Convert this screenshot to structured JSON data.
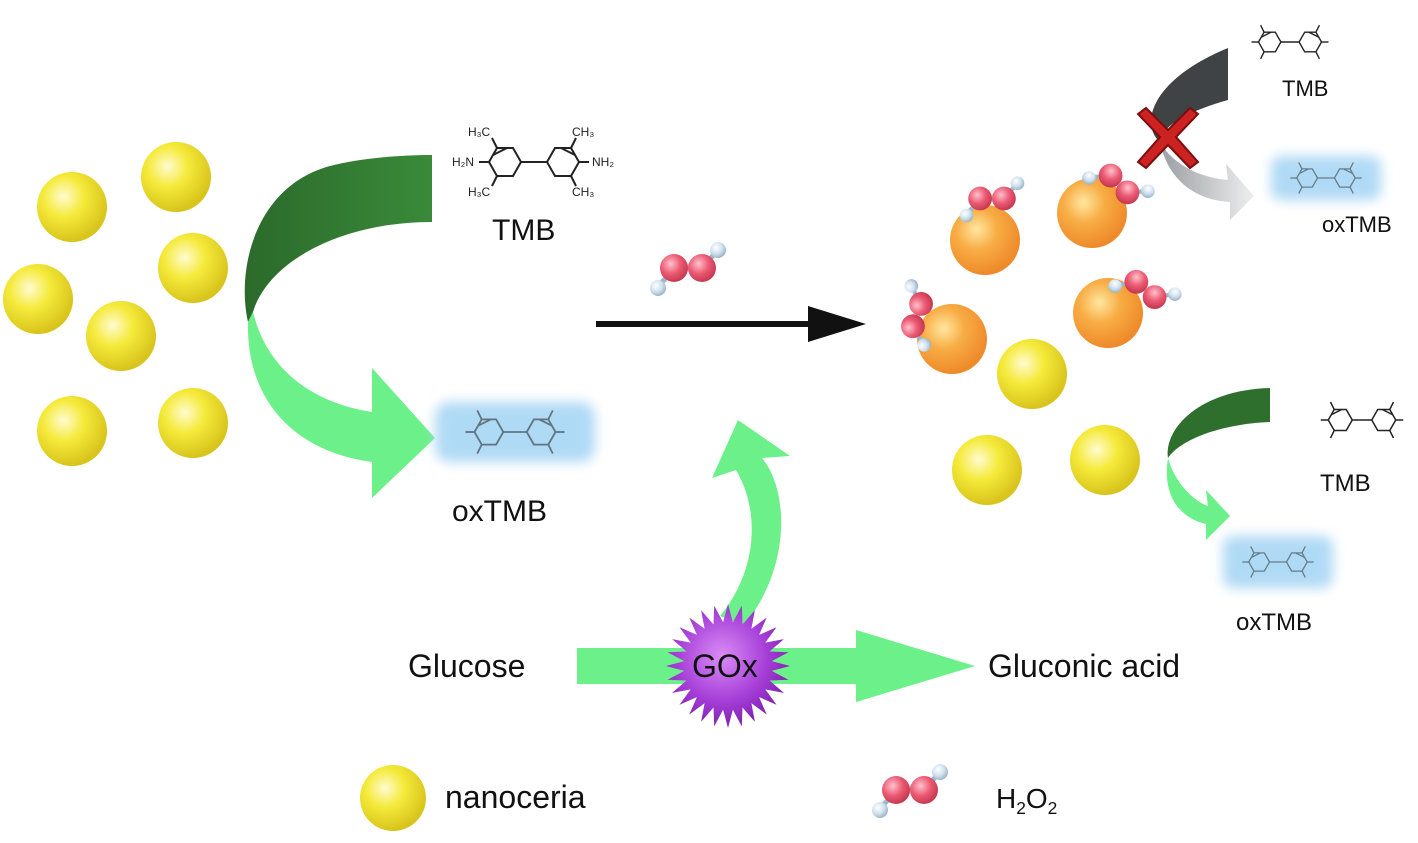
{
  "labels": {
    "tmb_main": "TMB",
    "oxtmb_main": "oxTMB",
    "tmb_top_right": "TMB",
    "oxtmb_top_right": "oxTMB",
    "tmb_lower_right": "TMB",
    "oxtmb_lower_right": "oxTMB",
    "glucose": "Glucose",
    "gox": "GOx",
    "gluconic_acid": "Gluconic acid"
  },
  "molecule_labels": {
    "h3c": "H₃C",
    "ch3": "CH₃",
    "h2n": "H₂N",
    "nh2": "NH₂"
  },
  "legend": {
    "nanoceria": "nanoceria",
    "h2o2_main": "H",
    "h2o2_sub1": "2",
    "h2o2_mid": "O",
    "h2o2_sub2": "2"
  },
  "colors": {
    "nanoceria": "#f2e630",
    "nanoceria_active": "#f7a94a",
    "dark_green_arrow": "#2e6f2e",
    "light_green_arrow": "#6ef08c",
    "gox_star": "#a23ad6",
    "oxygen_atom": "#e9556e",
    "hydrogen_atom": "#c8dcec",
    "blocked_arrow": "#3f4345",
    "cross": "#cc2222",
    "oxtmb_glow": "#a7d6f4"
  },
  "icons": [
    "nanoceria-particle",
    "h2o2-molecule",
    "tmb-structure",
    "oxtmb-structure",
    "gox-star",
    "block-cross-icon"
  ]
}
